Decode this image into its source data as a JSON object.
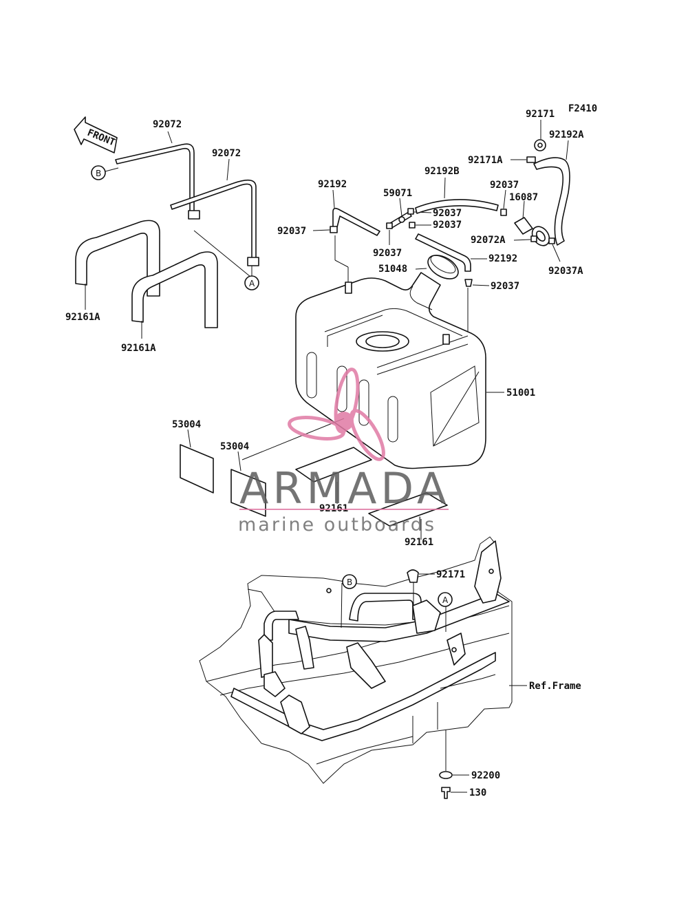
{
  "figure_code": "F2410",
  "front_label": "FRONT",
  "refs": {
    "a": "A",
    "b": "B"
  },
  "watermark": {
    "title": "ARMADA",
    "subtitle": "marine outboards",
    "accent": "#e07aa4"
  },
  "labels": {
    "p92072a": "92072",
    "p92072b": "92072",
    "p92161A_a": "92161A",
    "p92161A_b": "92161A",
    "p92192": "92192",
    "p92037_1": "92037",
    "p59071": "59071",
    "p92037_2": "92037",
    "p92037_3": "92037",
    "p92037_4": "92037",
    "p92192B": "92192B",
    "p92171": "92171",
    "p92171A": "92171A",
    "p92192A": "92192A",
    "p92037_5": "92037",
    "p16087": "16087",
    "p92072A": "92072A",
    "p92037A": "92037A",
    "p92192_2": "92192",
    "p51048": "51048",
    "p92037_6": "92037",
    "p51001": "51001",
    "p53004_a": "53004",
    "p53004_b": "53004",
    "p92161_a": "92161",
    "p92161_b": "92161",
    "p92171_2": "92171",
    "pRefFrame": "Ref.Frame",
    "p92200": "92200",
    "p130": "130"
  }
}
